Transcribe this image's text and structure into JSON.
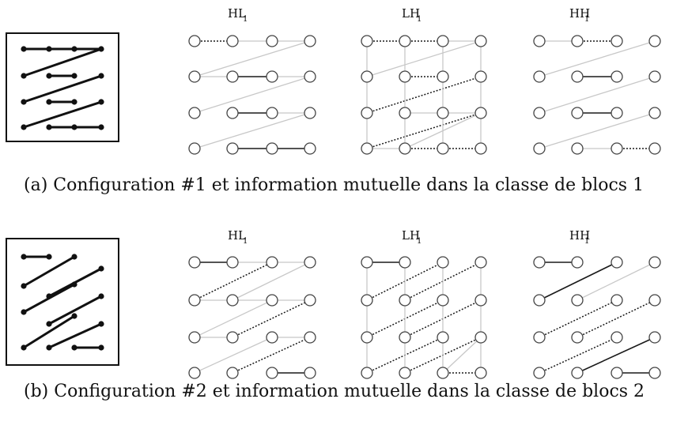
{
  "captions": {
    "a": "(a) Configuration #1 et information mutuelle dans la classe de blocs 1",
    "b": "(b) Configuration #2 et information mutuelle dans la classe de blocs 2"
  },
  "panel_titles": [
    {
      "main": "HL",
      "sub": "1"
    },
    {
      "main": "LH",
      "sub": "1"
    },
    {
      "main": "HH",
      "sub": "1"
    }
  ],
  "colors": {
    "solid": "#1a1a1a",
    "dotted": "#1a1a1a",
    "gray": "#c8c8c8",
    "node": "#444444"
  },
  "legend_figures": [
    {
      "name": "configuration-1",
      "edges": [
        [
          0,
          0,
          0,
          1
        ],
        [
          0,
          1,
          0,
          2
        ],
        [
          0,
          2,
          2,
          3
        ]
      ],
      "rows": [
        {
          "dots": [
            0,
            1,
            2,
            3
          ],
          "segs": [
            [
              0,
              1
            ],
            [
              1,
              2
            ]
          ],
          "link": [
            3,
            0
          ]
        },
        {
          "dots": [
            0,
            1,
            2,
            3
          ],
          "segs": [
            [
              1,
              2
            ]
          ],
          "link": [
            3,
            0
          ]
        },
        {
          "dots": [
            0,
            1,
            2,
            3
          ],
          "segs": [
            [
              1,
              2
            ]
          ],
          "link": [
            3,
            0
          ]
        },
        {
          "dots": [
            0,
            1,
            2,
            3
          ],
          "segs": [
            [
              1,
              2
            ],
            [
              2,
              3
            ]
          ],
          "link": null
        }
      ]
    },
    {
      "name": "configuration-2"
    }
  ]
}
